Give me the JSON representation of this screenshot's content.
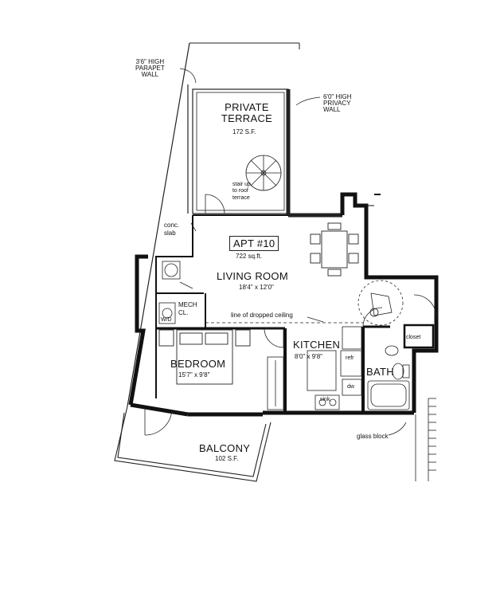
{
  "labels": {
    "parapet": "3'6\" HIGH\nPARAPET\nWALL",
    "privacy": "6'0\" HIGH\nPRIVACY\nWALL",
    "terrace_name": "PRIVATE\nTERRACE",
    "terrace_area": "172 S.F.",
    "stair": "stair up\nto roof\nterrace",
    "conc_slab": "conc.\nslab",
    "apt": "APT #10",
    "apt_area": "722 sq.ft.",
    "living": "LIVING ROOM",
    "living_dim": "18'4\" x 12'0\"",
    "mech": "MECH\nCL.",
    "wd": "W/D",
    "dropped": "line of dropped ceiling",
    "bedroom": "BEDROOM",
    "bedroom_dim": "15'7\" x 9'8\"",
    "kitchen": "KITCHEN",
    "kitchen_dim": "8'0\" x 9'8\"",
    "refr": "refr",
    "dw": "dw",
    "sink": "sink",
    "bath": "BATH",
    "closet": "closet",
    "balcony": "BALCONY",
    "balcony_area": "102 S.F.",
    "glass_block": "glass block"
  }
}
